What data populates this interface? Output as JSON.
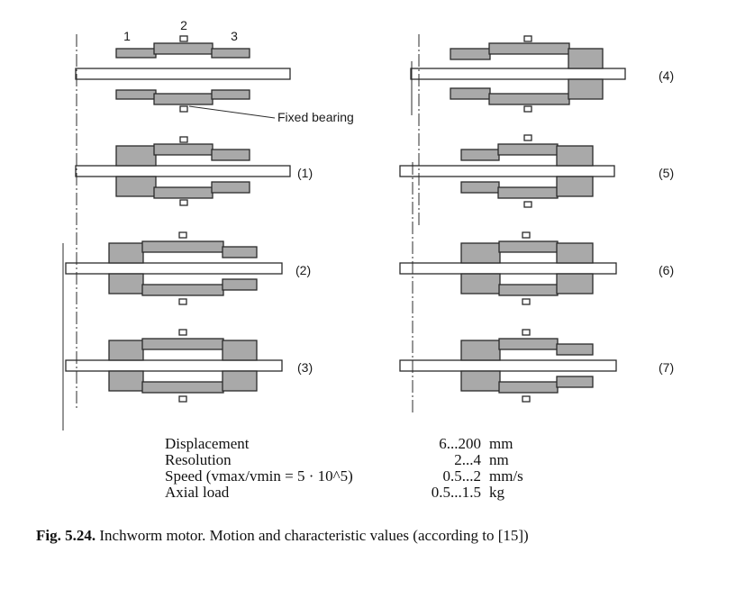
{
  "diagram": {
    "tube_labels": [
      "1",
      "2",
      "3"
    ],
    "callout": "Fixed bearing",
    "states_left": [
      "(1)",
      "(2)",
      "(3)"
    ],
    "states_right": [
      "(4)",
      "(5)",
      "(6)",
      "(7)"
    ],
    "colors": {
      "piezo": "#a9a9a9",
      "shaft": "#ffffff",
      "outline": "#2b2b2b"
    }
  },
  "specs": [
    {
      "label": "Displacement",
      "value": "6...200",
      "unit": "mm"
    },
    {
      "label": "Resolution",
      "value": "2...4",
      "unit": "nm"
    },
    {
      "label": "Speed (vmax/vmin = 5 · 10^5)",
      "value": "0.5...2",
      "unit": "mm/s"
    },
    {
      "label": "Axial load",
      "value": "0.5...1.5",
      "unit": "kg"
    }
  ],
  "caption": {
    "number": "Fig. 5.24.",
    "text": "Inchworm motor. Motion and characteristic values (according to [15])"
  }
}
